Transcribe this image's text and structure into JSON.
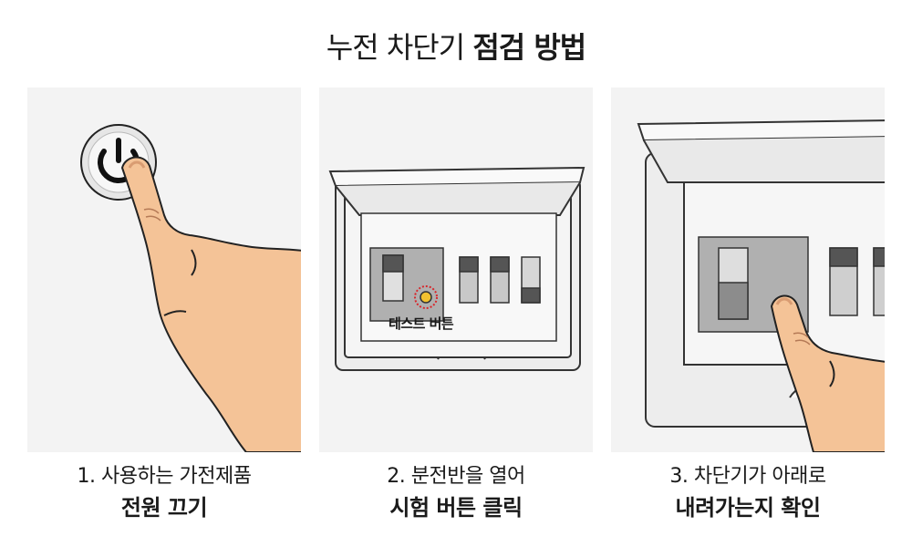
{
  "title": {
    "light": "누전 차단기",
    "bold": "점검 방법"
  },
  "steps": [
    {
      "line1": "1. 사용하는 가전제품",
      "line2": "전원 끄기"
    },
    {
      "line1": "2. 분전반을 열어",
      "line2": "시험 버튼 클릭",
      "callout": "테스트 버튼"
    },
    {
      "line1": "3. 차단기가 아래로",
      "line2": "내려가는지 확인"
    }
  ],
  "icons": [
    "power-icon",
    "pointing-hand-icon",
    "breaker-panel-icon",
    "test-button-icon"
  ],
  "colors": {
    "panel_bg": "#f3f3f3",
    "skin": "#f4c397",
    "skin_outline": "#222222",
    "breaker_plate": "#b0b0b0",
    "test_button": "#f2c230",
    "test_ring": "#d7262b"
  }
}
